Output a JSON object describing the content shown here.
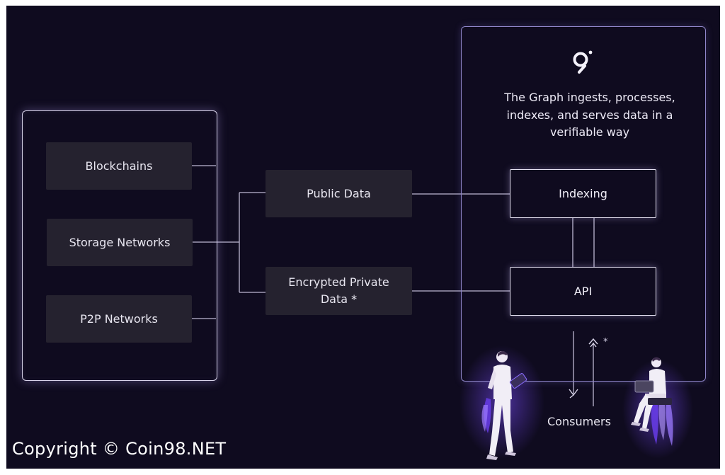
{
  "sources": [
    {
      "label": "Blockchains"
    },
    {
      "label": "Storage Networks"
    },
    {
      "label": "P2P Networks"
    }
  ],
  "data_types": [
    {
      "label": "Public Data"
    },
    {
      "label": "Encrypted Private Data *"
    }
  ],
  "graph": {
    "logo_icon": "the-graph-logo-icon",
    "description": "The Graph ingests, processes, indexes, and serves data in a verifiable way",
    "indexing_label": "Indexing",
    "api_label": "API"
  },
  "consumers": {
    "label": "Consumers",
    "note_marker": "*"
  },
  "watermark": "Copyright © Coin98.NET",
  "colors": {
    "background": "#0f0b1f",
    "box_fill": "#25222f",
    "line": "#cfcbe0",
    "accent_purple": "#7b5cff"
  }
}
